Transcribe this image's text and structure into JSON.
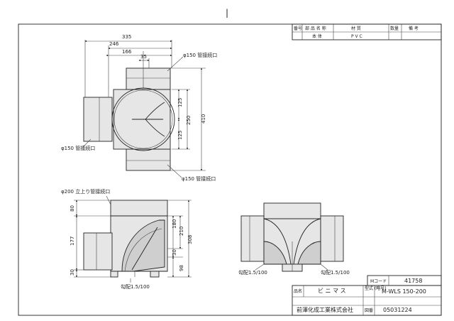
{
  "top_marker": "|",
  "parts_table": {
    "headers": [
      "番号",
      "部 品 名 称",
      "材 質",
      "数量",
      "備 考"
    ],
    "row": {
      "no": "",
      "name": "本 体",
      "material": "P V C",
      "qty": "",
      "note": ""
    }
  },
  "plan_view": {
    "dims": {
      "d335": "335",
      "d246": "246",
      "d166": "166",
      "d35": "35",
      "d125a": "125",
      "d250": "250",
      "d125b": "125",
      "d410": "410"
    },
    "labels": {
      "top_right": "φ150 管接続口",
      "left": "φ150 管接続口",
      "bottom_right": "φ150 管接続口"
    }
  },
  "front_view": {
    "dims": {
      "d80": "80",
      "d177": "177",
      "d30": "30",
      "d180": "180",
      "d210": "210",
      "d30b": "30",
      "d308": "308",
      "d98": "98"
    },
    "labels": {
      "top": "φ200 立上り管接続口",
      "slope": "勾配1.5/100"
    }
  },
  "side_view": {
    "labels": {
      "slope_left": "勾配1.5/100",
      "slope_right": "勾配1.5/100"
    }
  },
  "title_block": {
    "mcode_label": "Mコード",
    "mcode_value": "41758",
    "name_label": "品名",
    "name_value": "ビ ニ マ ス",
    "model_label": "型式\n(略号)",
    "model_value": "M-WLS 150-200",
    "company": "前澤化成工業株式会社",
    "drawing_no_label": "図番",
    "drawing_no_value": "05031224"
  }
}
